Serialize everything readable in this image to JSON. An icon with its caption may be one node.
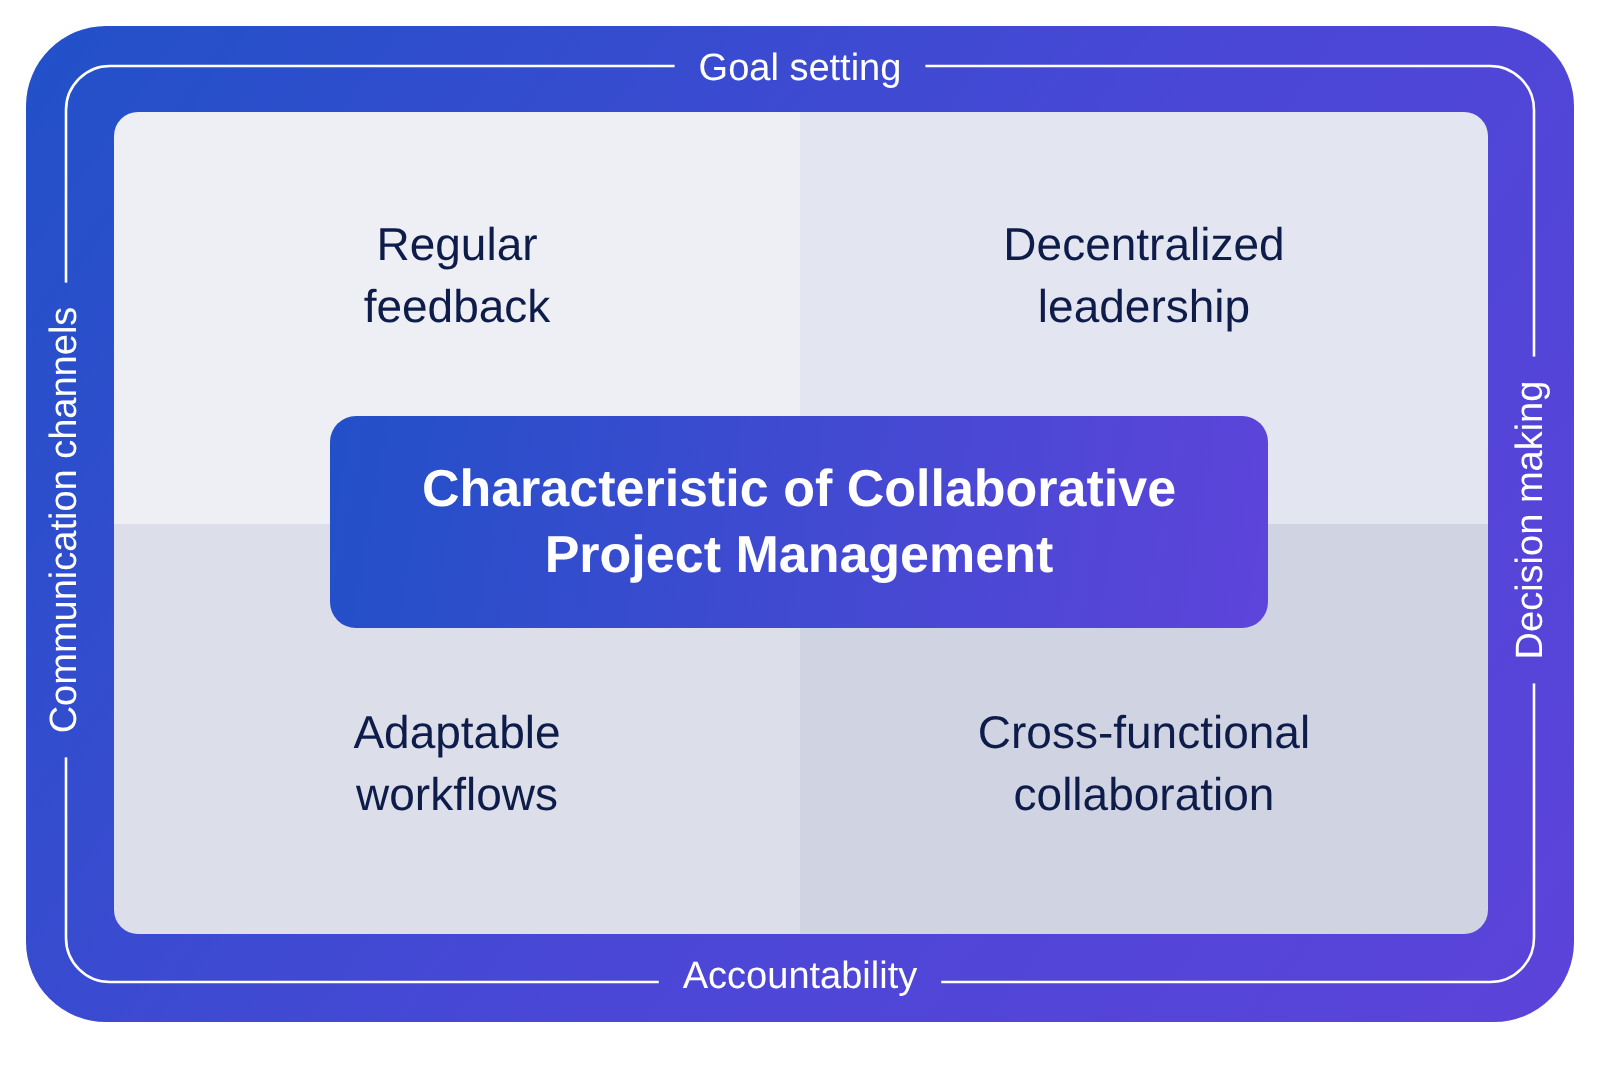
{
  "diagram": {
    "nodes": [
      {
        "text": [
          "Goal setting",
          "Communication channels",
          "Decision making",
          "Accountability"
        ]
      },
      {
        "text": [
          "Regular feedback"
        ],
        "in": 0
      },
      {
        "text": [
          "Decentralized leadership"
        ],
        "in": 0
      },
      {
        "text": [
          "Characteristic of Collaborative Project Management"
        ],
        "in": 0
      },
      {
        "text": [
          "Adaptable workflows"
        ],
        "in": 0
      },
      {
        "text": [
          "Cross-functional collaboration"
        ],
        "in": 0
      }
    ]
  }
}
